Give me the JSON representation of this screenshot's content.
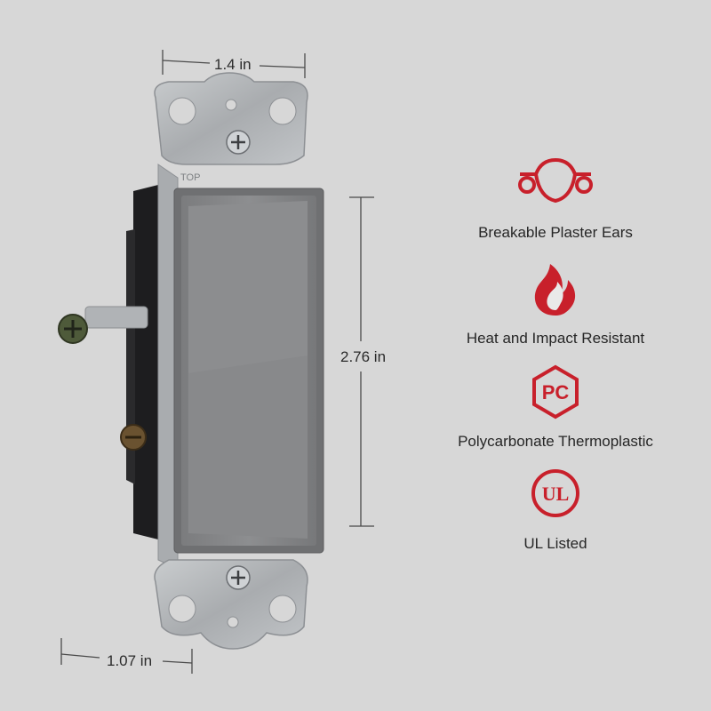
{
  "dimensions": {
    "width": "1.4 in",
    "height": "2.76 in",
    "depth": "1.07 in"
  },
  "features": [
    {
      "icon": "plaster-ears-icon",
      "label": "Breakable Plaster Ears"
    },
    {
      "icon": "flame-icon",
      "label": "Heat and Impact Resistant"
    },
    {
      "icon": "pc-hexagon-icon",
      "label": "Polycarbonate Thermoplastic",
      "icon_text": "PC"
    },
    {
      "icon": "ul-mark-icon",
      "label": "UL Listed",
      "icon_text": "UL"
    }
  ],
  "strap_marks": {
    "top": "TOP"
  },
  "colors": {
    "background": "#d7d7d7",
    "accent": "#c8202b",
    "rocker": "#858687",
    "strap": "#b9bcbf"
  }
}
